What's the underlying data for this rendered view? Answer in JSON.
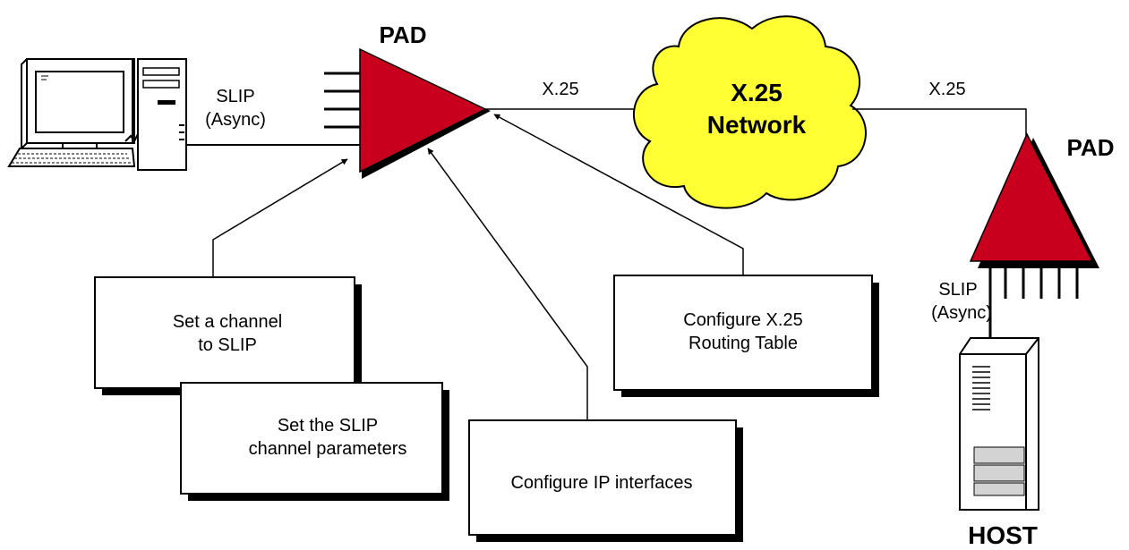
{
  "pad_left": {
    "label": "PAD"
  },
  "pad_right": {
    "label": "PAD"
  },
  "link_left": {
    "line1": "SLIP",
    "line2": "(Async)"
  },
  "link_right": {
    "line1": "SLIP",
    "line2": "(Async)"
  },
  "x25_left": "X.25",
  "x25_right": "X.25",
  "network": {
    "line1": "X.25",
    "line2": "Network"
  },
  "host": {
    "label": "HOST"
  },
  "boxes": {
    "set_channel": {
      "line1": "Set a channel",
      "line2": "to SLIP"
    },
    "slip_params": {
      "line1": "Set the SLIP",
      "line2": "channel parameters"
    },
    "ip_interfaces": {
      "line1": "Configure IP interfaces"
    },
    "routing_table": {
      "line1": "Configure X.25",
      "line2": "Routing Table"
    }
  },
  "colors": {
    "pad": "#c8001e",
    "pad_shadow": "#000000",
    "cloud": "#ffff33",
    "host_panel": "#d3d3d3"
  }
}
